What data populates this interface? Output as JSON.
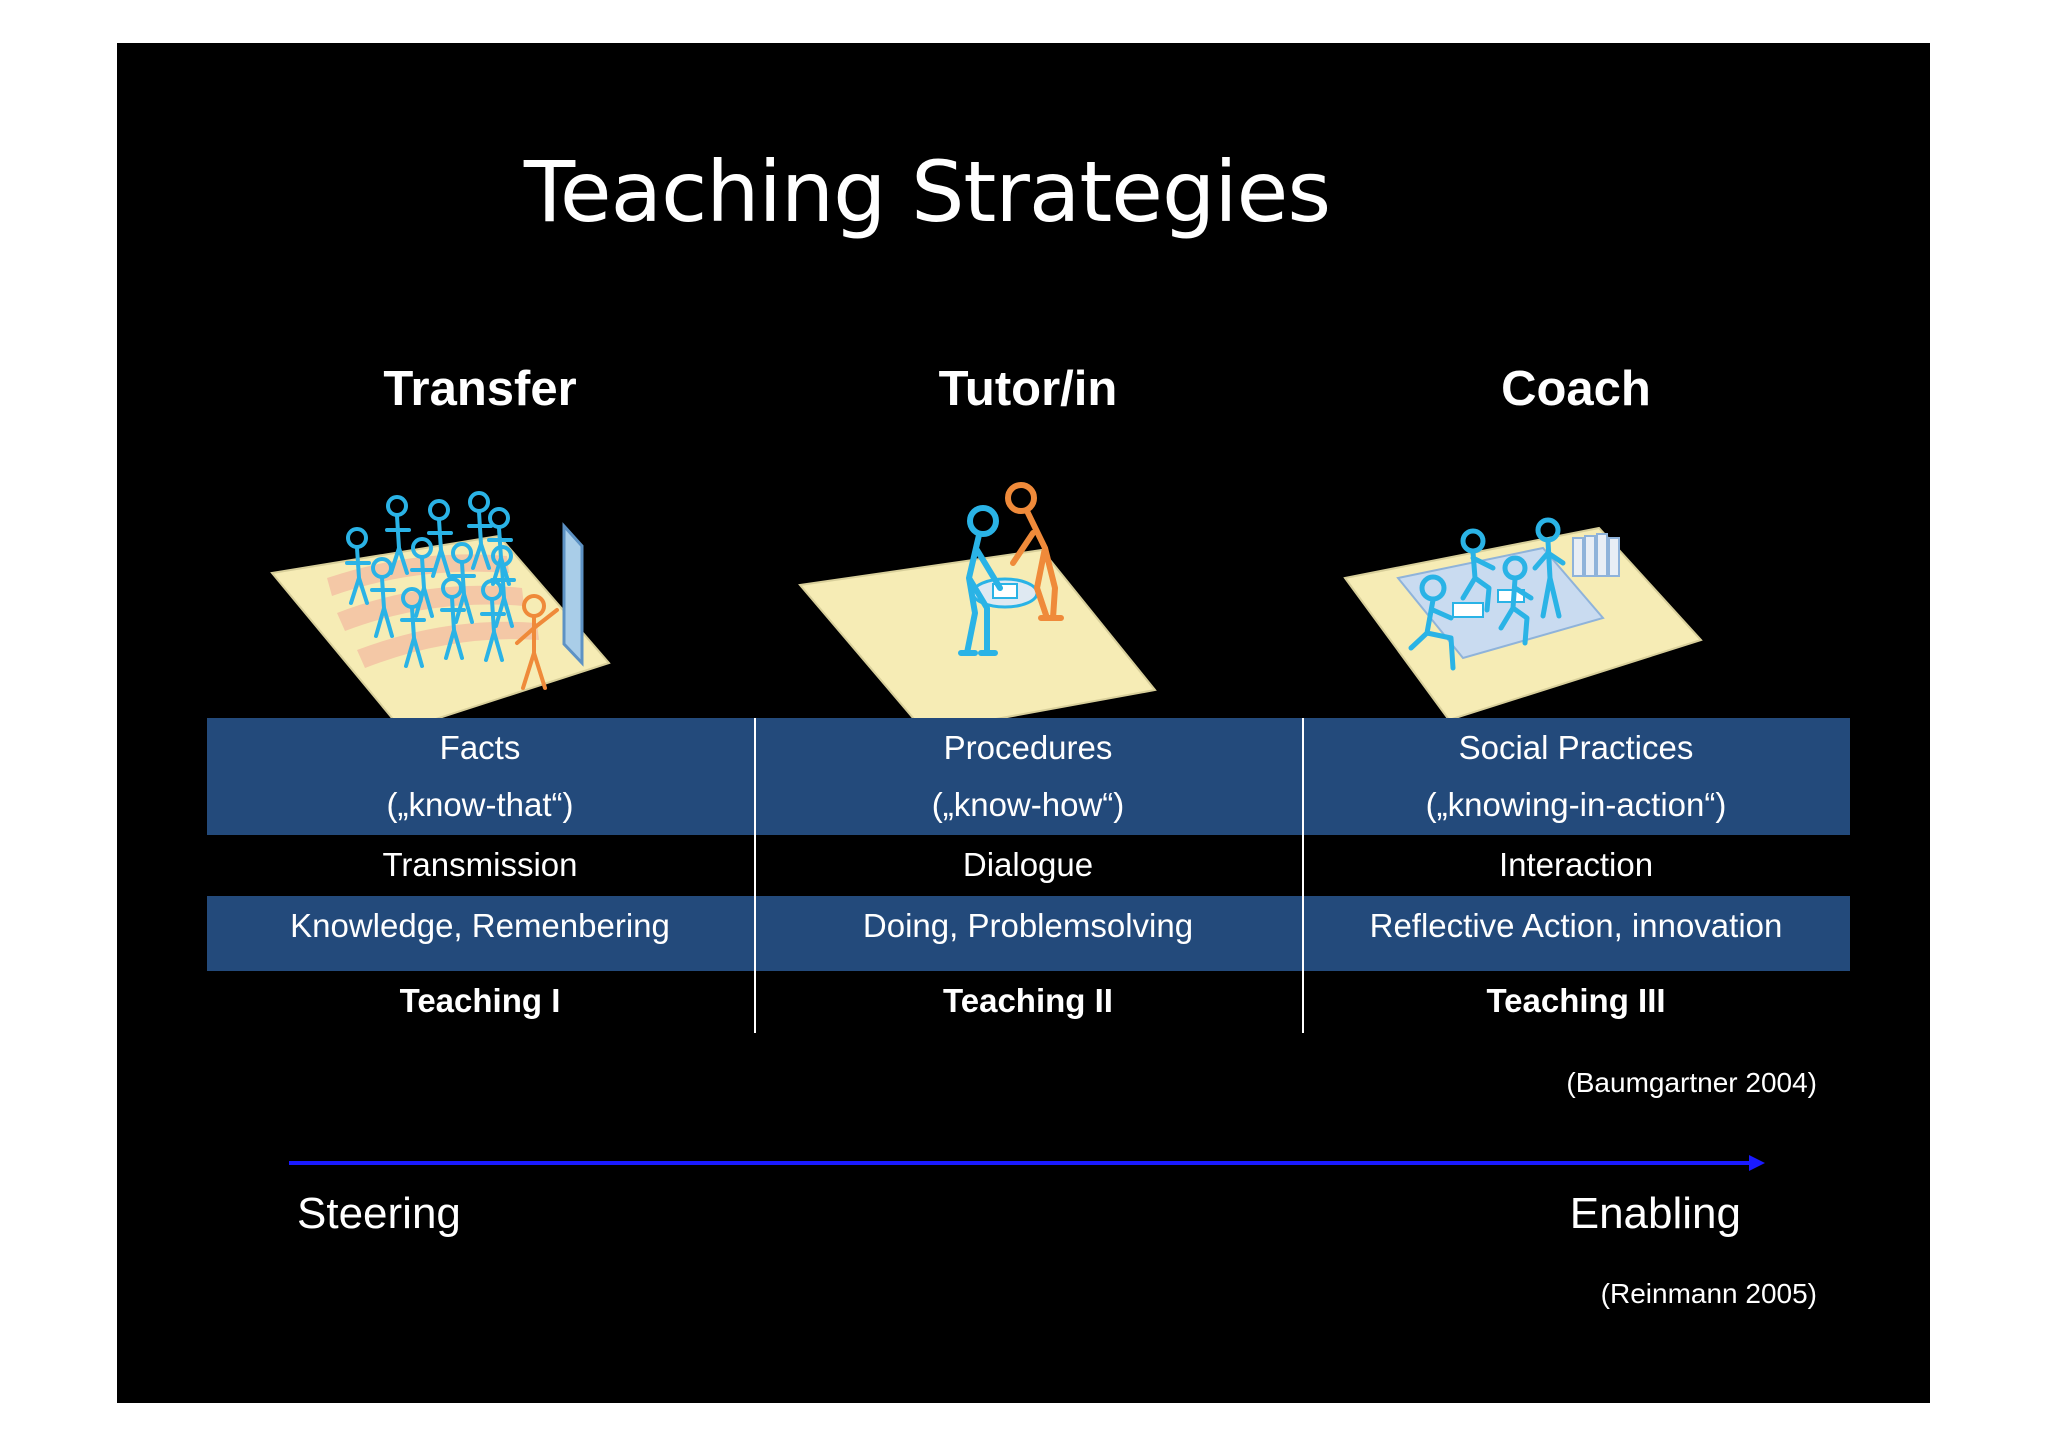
{
  "title": "Teaching Strategies",
  "columns": [
    {
      "heading": "Transfer",
      "knowledge_type": "Facts",
      "knowledge_type_sub": "(„know-that“)",
      "mode": "Transmission",
      "activity": "Knowledge, Remenbering",
      "level": "Teaching I"
    },
    {
      "heading": "Tutor/in",
      "knowledge_type": "Procedures",
      "knowledge_type_sub": "(„know-how“)",
      "mode": "Dialogue",
      "activity": "Doing, Problemsolving",
      "level": "Teaching II"
    },
    {
      "heading": "Coach",
      "knowledge_type": "Social Practices",
      "knowledge_type_sub": "(„knowing-in-action“)",
      "mode": "Interaction",
      "activity": "Reflective Action, innovation",
      "level": "Teaching III"
    }
  ],
  "citation_table": "(Baumgartner 2004)",
  "axis": {
    "start_label": "Steering",
    "end_label": "Enabling",
    "citation": "(Reinmann 2005)"
  },
  "colors": {
    "background": "#000000",
    "band": "#234a7b",
    "text": "#ffffff",
    "axis": "#1a1aff",
    "figure_blue": "#2ab3e6",
    "figure_orange": "#ef8a3a",
    "floor": "#f6ecb5"
  }
}
